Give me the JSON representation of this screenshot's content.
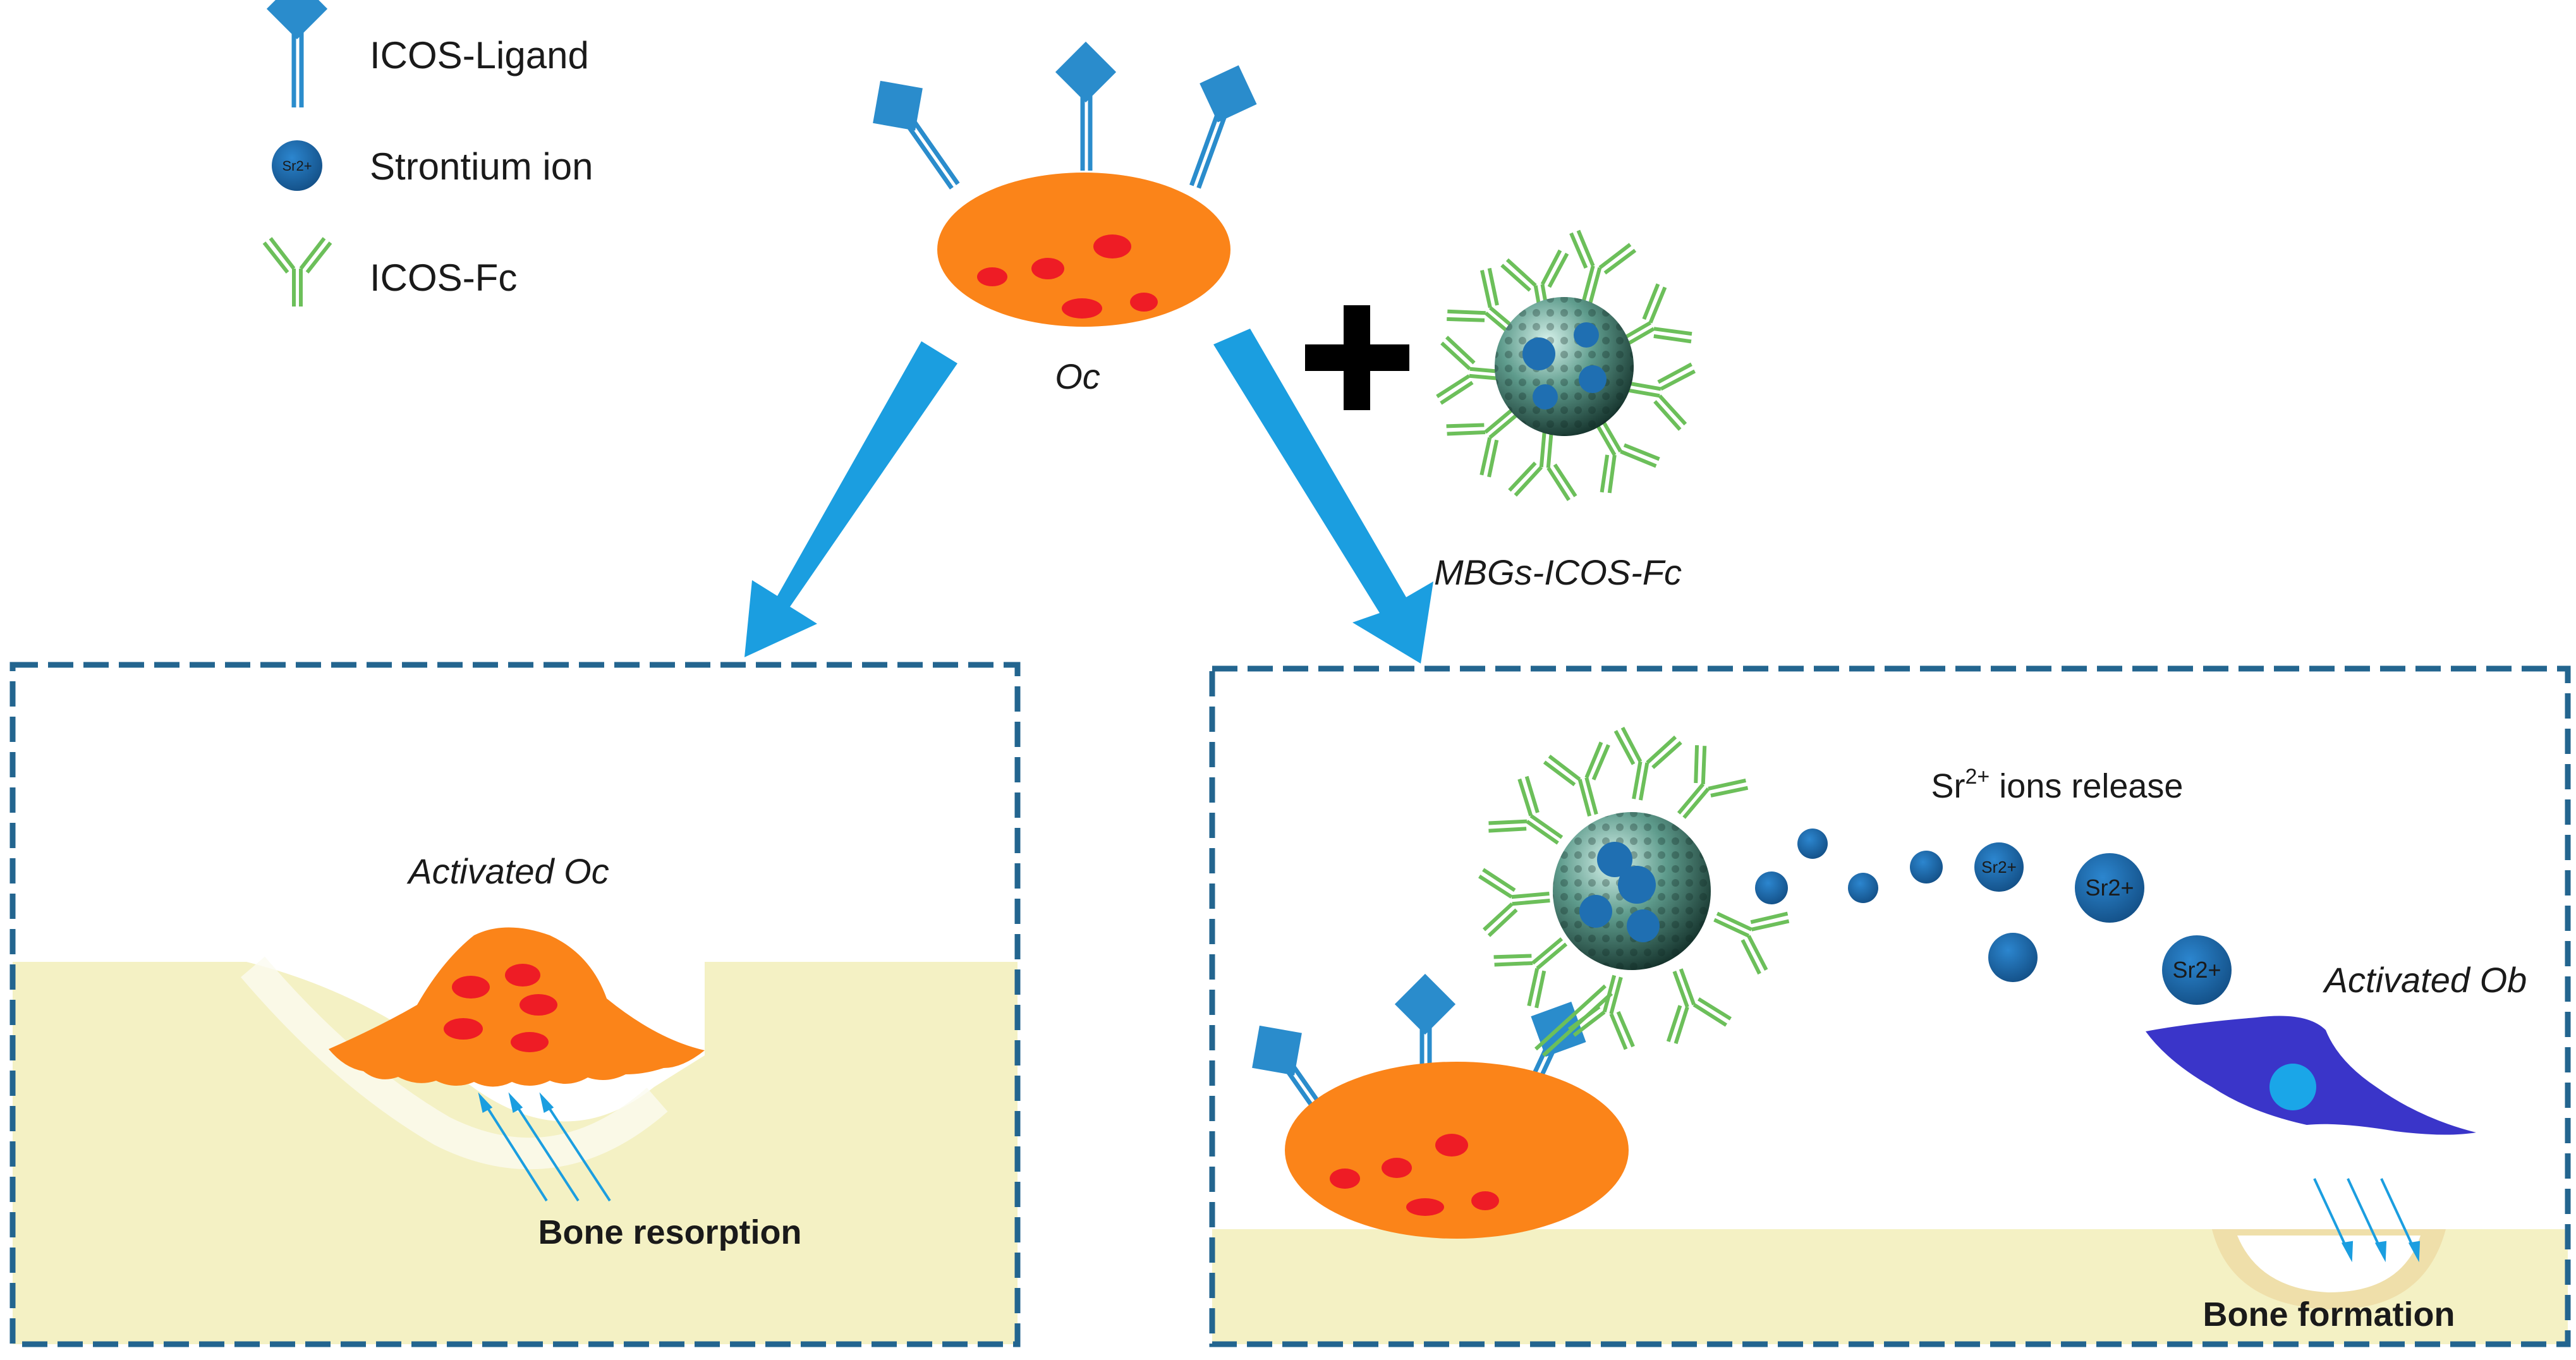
{
  "legend": {
    "items": [
      {
        "label": "ICOS-Ligand",
        "icon": "icos-ligand-icon"
      },
      {
        "label": "Strontium ion",
        "icon": "strontium-ion-icon"
      },
      {
        "label": "ICOS-Fc",
        "icon": "icos-fc-icon"
      }
    ]
  },
  "labels": {
    "oc": "Oc",
    "plus": "+",
    "mbgs_icos_fc": "MBGs-ICOS-Fc",
    "activated_oc": "Activated Oc",
    "bone_resorption": "Bone resorption",
    "sr_release_base": "Sr",
    "sr_release_sup": "2+",
    "sr_release_rest": " ions release",
    "activated_ob": "Activated Ob",
    "bone_formation": "Bone formation"
  },
  "ion_label": "Sr2+",
  "colors": {
    "osteoclast": "#fb8419",
    "nucleus_red": "#ee1c25",
    "ligand_blue": "#2a8ccc",
    "antibody_green": "#6cbf5a",
    "arrow_blue": "#1b9ee0",
    "ion_blue": "#1f6fb2",
    "box_border": "#23658f",
    "bone": "#f4f1c4",
    "osteoblast": "#3a35c9",
    "ob_nucleus": "#1aa6e8",
    "mbg_sphere": "#3b7a6a"
  }
}
